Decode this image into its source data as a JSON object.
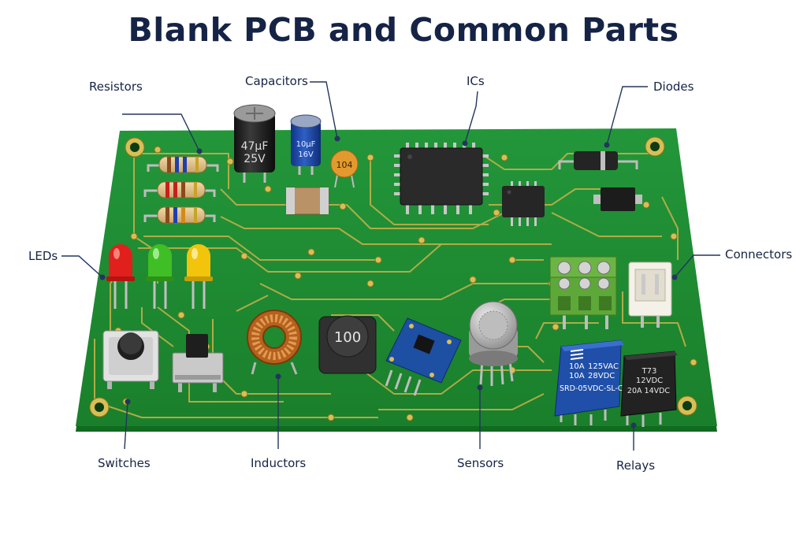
{
  "title": "Blank PCB and Common Parts",
  "labels": {
    "resistors": "Resistors",
    "capacitors": "Capacitors",
    "ics": "ICs",
    "diodes": "Diodes",
    "leds": "LEDs",
    "connectors": "Connectors",
    "switches": "Switches",
    "inductors": "Inductors",
    "sensors": "Sensors",
    "relays": "Relays"
  },
  "markings": {
    "electrolytic_value": "47μF",
    "electrolytic_voltage": "25V",
    "blue_cap_value": "10μF",
    "blue_cap_voltage": "16V",
    "ceramic_cap": "104",
    "inductor": "100",
    "relay_blue_line1": "10A",
    "relay_blue_line1b": "125VAC",
    "relay_blue_line2": "10A",
    "relay_blue_line2b": "28VDC",
    "relay_blue_line3": "SRD-05VDC-SL-C",
    "relay_black_line1": "T73",
    "relay_black_line2": "12VDC",
    "relay_black_line3": "20A 14VDC"
  },
  "colors": {
    "board": "#1f8a2f",
    "trace": "#c9b24a",
    "label_text": "#152346",
    "led_red": "#e0201c",
    "led_green": "#3fbf25",
    "led_yellow": "#f2c40c",
    "relay_blue": "#1f4fa8",
    "terminal_green": "#5ea83a"
  }
}
